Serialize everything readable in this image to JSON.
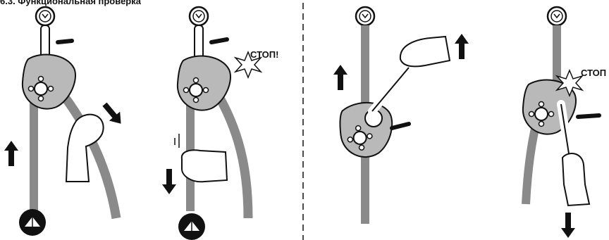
{
  "header": {
    "title": "6.3. Функциональная проверка"
  },
  "panels": [
    {
      "id": "panel-1",
      "label": ""
    },
    {
      "id": "panel-2",
      "label": "СТОП!"
    },
    {
      "id": "panel-3",
      "label": ""
    },
    {
      "id": "panel-4",
      "label": "СТОП"
    }
  ],
  "colors": {
    "rope": "#8a8a8a",
    "device": "#b9b9b9",
    "arrow": "#111111",
    "outline": "#111111"
  }
}
